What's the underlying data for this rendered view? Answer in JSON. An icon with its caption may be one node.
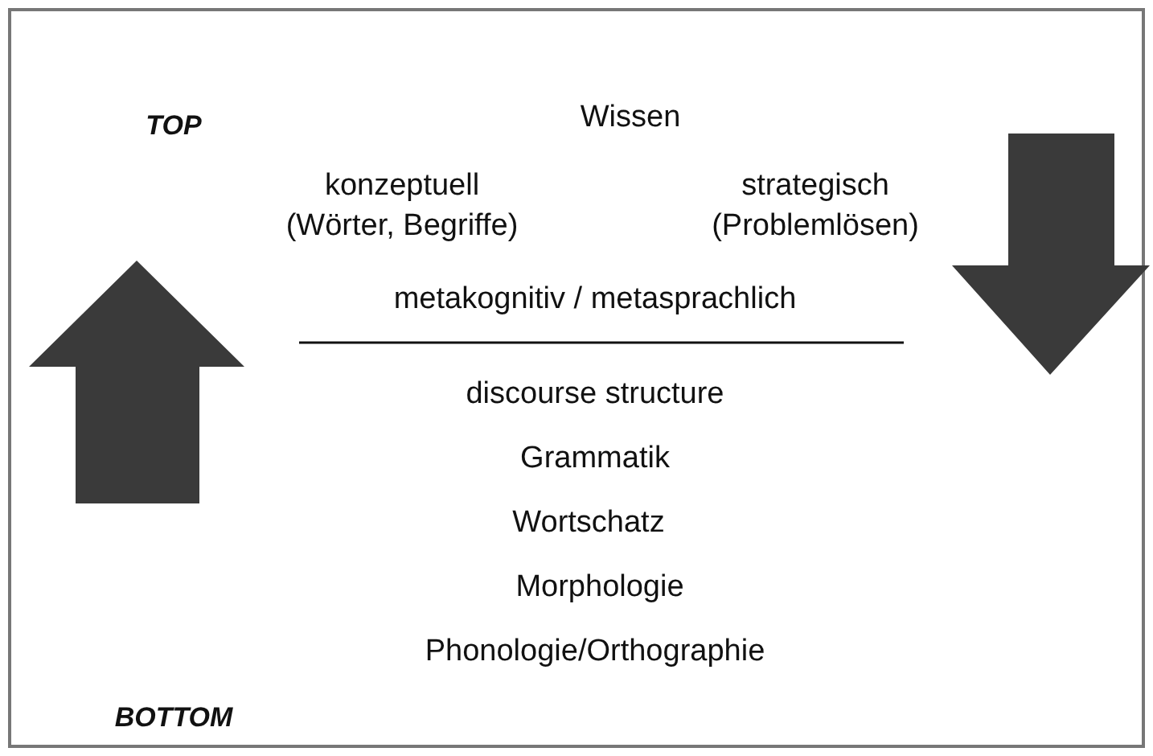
{
  "diagram": {
    "labels": [
      "TOP",
      "Wissen",
      "konzeptuell (Wörter, Begriffe)",
      "strategisch (Problemlösen)",
      "metakognitiv / metasprachlich",
      "discourse structure",
      "Grammatik",
      "Wortschatz",
      "Morphologie",
      "Phonologie/Orthographie",
      "BOTTOM"
    ]
  }
}
